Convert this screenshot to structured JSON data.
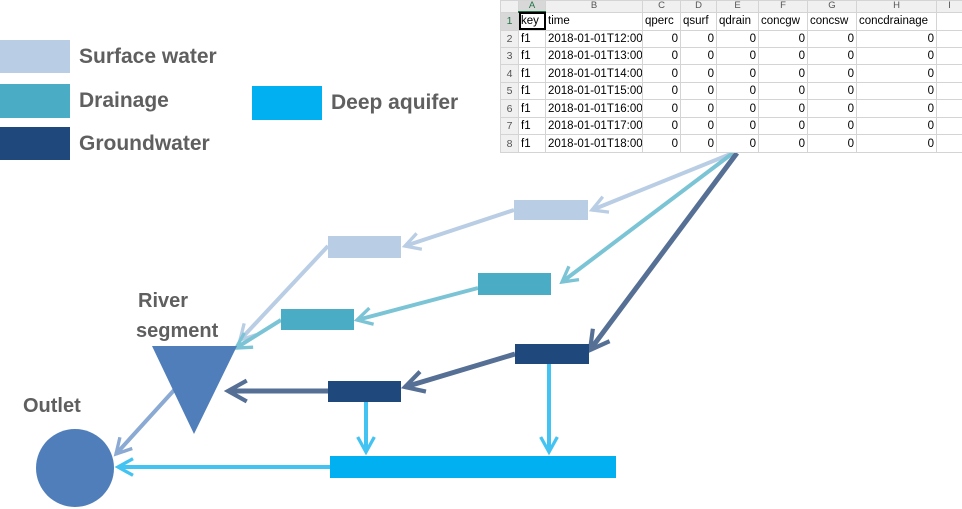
{
  "legend": {
    "surface_water": {
      "label": "Surface water",
      "color": "#b9cde5"
    },
    "drainage": {
      "label": "Drainage",
      "color": "#4bacc6"
    },
    "groundwater": {
      "label": "Groundwater",
      "color": "#1f497d"
    },
    "deep_aquifer": {
      "label": "Deep aquifer",
      "color": "#00b0f0"
    }
  },
  "labels": {
    "river_segment_line1": "River",
    "river_segment_line2": "segment",
    "outlet": "Outlet"
  },
  "colors": {
    "surface_arrow": "#b9cde5",
    "drainage_arrow": "#7bc4d6",
    "groundwater_arrow": "#556f95",
    "deep_arrow": "#43c3f2",
    "river_segment": "#4f7ebb",
    "outlet": "#4f7ebb",
    "segment_to_outlet": "#8aa9d3"
  },
  "spreadsheet": {
    "column_letters": [
      "A",
      "B",
      "C",
      "D",
      "E",
      "F",
      "G",
      "H",
      "I"
    ],
    "headers": [
      "key",
      "time",
      "qperc",
      "qsurf",
      "qdrain",
      "concgw",
      "concsw",
      "concdrainage",
      ""
    ],
    "rows": [
      {
        "num": "2",
        "cells": [
          "f1",
          "2018-01-01T12:00",
          "0",
          "0",
          "0",
          "0",
          "0",
          "0",
          ""
        ]
      },
      {
        "num": "3",
        "cells": [
          "f1",
          "2018-01-01T13:00",
          "0",
          "0",
          "0",
          "0",
          "0",
          "0",
          ""
        ]
      },
      {
        "num": "4",
        "cells": [
          "f1",
          "2018-01-01T14:00",
          "0",
          "0",
          "0",
          "0",
          "0",
          "0",
          ""
        ]
      },
      {
        "num": "5",
        "cells": [
          "f1",
          "2018-01-01T15:00",
          "0",
          "0",
          "0",
          "0",
          "0",
          "0",
          ""
        ]
      },
      {
        "num": "6",
        "cells": [
          "f1",
          "2018-01-01T16:00",
          "0",
          "0",
          "0",
          "0",
          "0",
          "0",
          ""
        ]
      },
      {
        "num": "7",
        "cells": [
          "f1",
          "2018-01-01T17:00",
          "0",
          "0",
          "0",
          "0",
          "0",
          "0",
          ""
        ]
      },
      {
        "num": "8",
        "cells": [
          "f1",
          "2018-01-01T18:00",
          "0",
          "0",
          "0",
          "0",
          "0",
          "0",
          ""
        ]
      }
    ]
  }
}
